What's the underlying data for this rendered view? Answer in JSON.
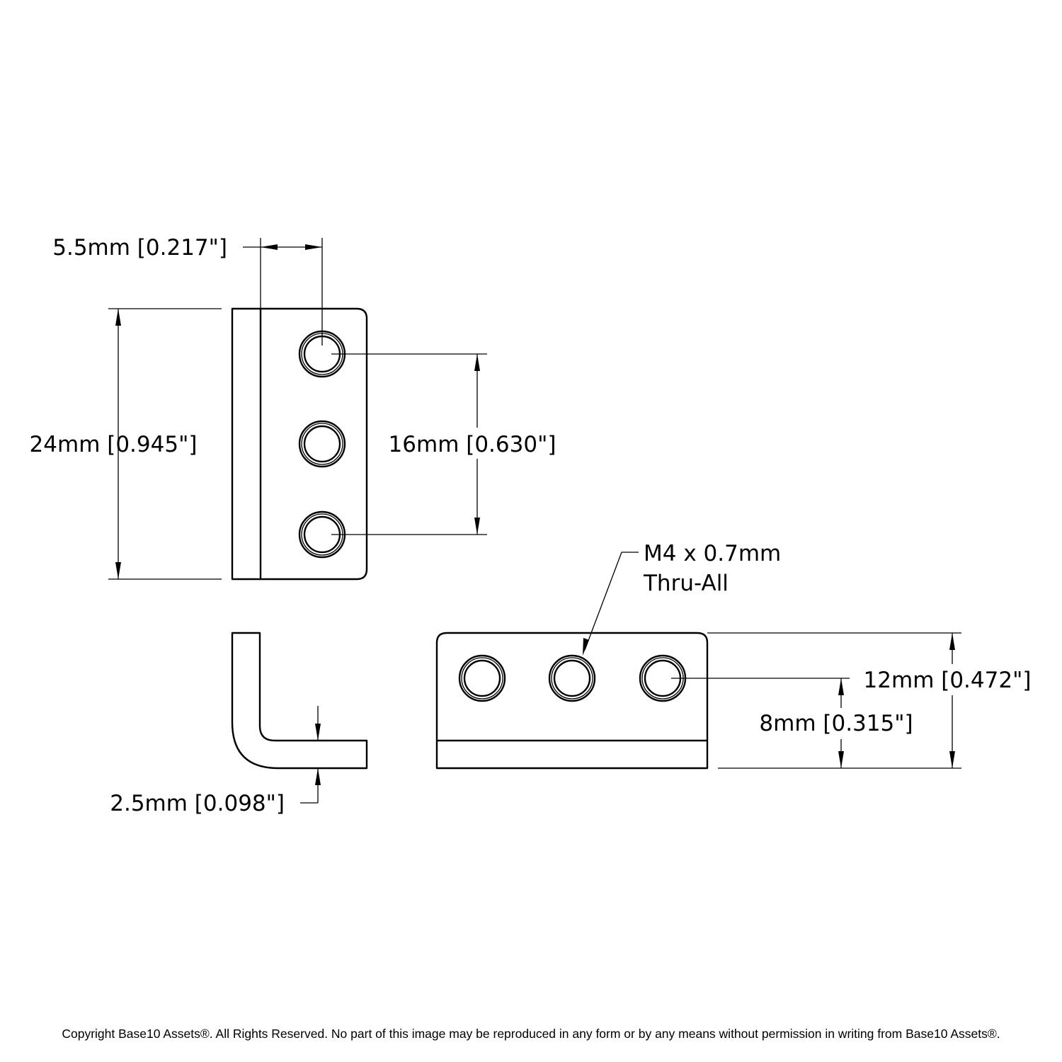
{
  "drawing": {
    "dimensions": {
      "hole_offset": "5.5mm [0.217\"]",
      "height": "24mm [0.945\"]",
      "hole_spacing": "16mm [0.630\"]",
      "thickness": "2.5mm [0.098\"]",
      "width": "12mm [0.472\"]",
      "hole_height": "8mm [0.315\"]"
    },
    "callout": {
      "line1": "M4 x 0.7mm",
      "line2": "Thru-All"
    }
  },
  "footer": {
    "copyright": "Copyright Base10 Assets®.  All Rights Reserved. No part of this image may be reproduced in any form or by any means without permission in writing from Base10 Assets®."
  }
}
